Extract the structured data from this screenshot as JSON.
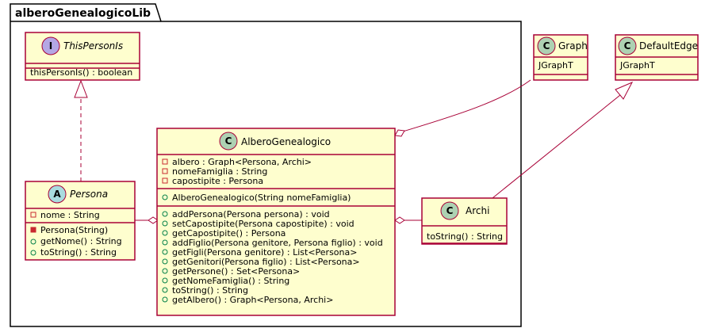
{
  "package": {
    "name": "alberoGenealogicoLib"
  },
  "classes": {
    "this_person_is": {
      "stereotype_letter": "I",
      "name": "ThisPersonIs",
      "methods": [
        "thisPersonIs() : boolean"
      ],
      "badge_color": "#B4A7E5"
    },
    "persona": {
      "stereotype_letter": "A",
      "name": "Persona",
      "fields": [
        "nome : String"
      ],
      "methods": [
        "Persona(String)",
        "getNome() : String",
        "toString() : String"
      ],
      "badge_color": "#A9DCDF"
    },
    "albero_genealogico": {
      "stereotype_letter": "C",
      "name": "AlberoGenealogico",
      "fields": [
        "albero : Graph<Persona, Archi>",
        "nomeFamiglia : String",
        "capostipite : Persona"
      ],
      "constructors": [
        "AlberoGenealogico(String nomeFamiglia)"
      ],
      "methods": [
        "addPersona(Persona persona) : void",
        "setCapostipite(Persona capostipite) : void",
        "getCapostipite() : Persona",
        "addFiglio(Persona genitore, Persona figlio) : void",
        "getFigli(Persona genitore) : List<Persona>",
        "getGenitori(Persona figlio) : List<Persona>",
        "getPersone() : Set<Persona>",
        "getNomeFamiglia() : String",
        "toString() : String",
        "getAlbero() : Graph<Persona, Archi>"
      ],
      "badge_color": "#ADD1B2"
    },
    "archi": {
      "stereotype_letter": "C",
      "name": "Archi",
      "methods": [
        "toString() : String"
      ],
      "badge_color": "#ADD1B2"
    },
    "graph": {
      "stereotype_letter": "C",
      "name": "Graph",
      "fields": [
        "JGraphT"
      ],
      "badge_color": "#ADD1B2"
    },
    "default_edge": {
      "stereotype_letter": "C",
      "name": "DefaultEdge",
      "fields": [
        "JGraphT"
      ],
      "badge_color": "#ADD1B2"
    }
  },
  "colors": {
    "class_fill": "#FEFECE",
    "border": "#A80036",
    "private_marker": "#C82930",
    "public_marker": "#84BE84"
  }
}
